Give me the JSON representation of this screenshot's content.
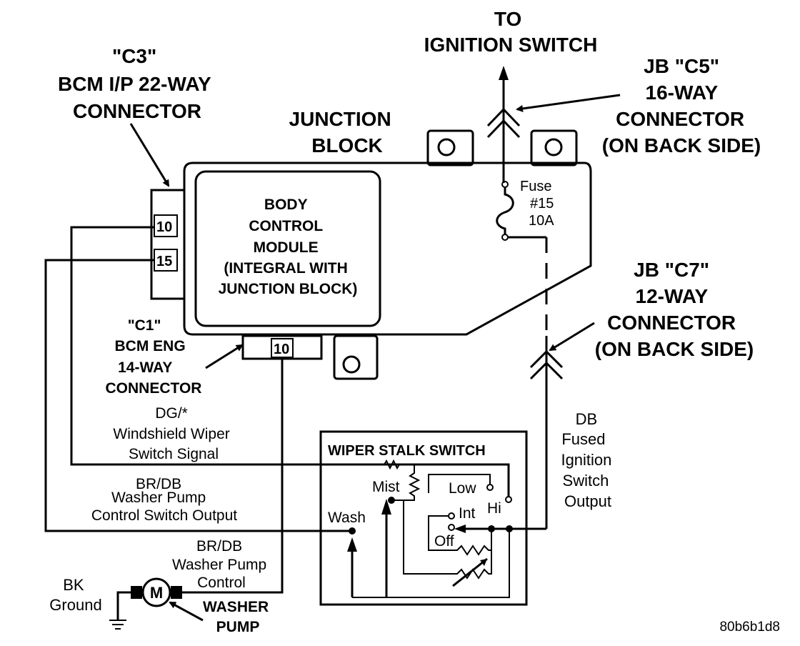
{
  "labels": {
    "to_ignition": [
      "TO",
      "IGNITION SWITCH"
    ],
    "c3": [
      "\"C3\"",
      "BCM I/P 22-WAY",
      "CONNECTOR"
    ],
    "junction_block": [
      "JUNCTION",
      "BLOCK"
    ],
    "jb_c5": [
      "JB \"C5\"",
      "16-WAY",
      "CONNECTOR",
      "(ON BACK SIDE)"
    ],
    "bcm": [
      "BODY",
      "CONTROL",
      "MODULE",
      "(INTEGRAL WITH",
      "JUNCTION BLOCK)"
    ],
    "fuse": [
      "Fuse",
      "#15",
      "10A"
    ],
    "jb_c7": [
      "JB \"C7\"",
      "12-WAY",
      "CONNECTOR",
      "(ON BACK SIDE)"
    ],
    "c1": [
      "\"C1\"",
      "BCM ENG",
      "14-WAY",
      "CONNECTOR"
    ],
    "pin_c3_a": "10",
    "pin_c3_b": "15",
    "pin_c1": "10",
    "wire_dg": [
      "DG/*",
      "Windshield Wiper",
      "Switch Signal"
    ],
    "wire_br_db_1": [
      "BR/DB",
      "Washer Pump",
      "Control Switch Output"
    ],
    "wire_br_db_2": [
      "BR/DB",
      "Washer Pump",
      "Control"
    ],
    "wire_db": [
      "DB",
      "Fused",
      "Ignition",
      "Switch",
      "Output"
    ],
    "switch_title": "WIPER STALK SWITCH",
    "switch_positions": {
      "mist": "Mist",
      "low": "Low",
      "hi": "Hi",
      "int": "Int",
      "off": "Off",
      "wash": "Wash"
    },
    "ground": [
      "BK",
      "Ground"
    ],
    "motor": "M",
    "washer_pump": [
      "WASHER",
      "PUMP"
    ],
    "figure_id": "80b6b1d8"
  }
}
